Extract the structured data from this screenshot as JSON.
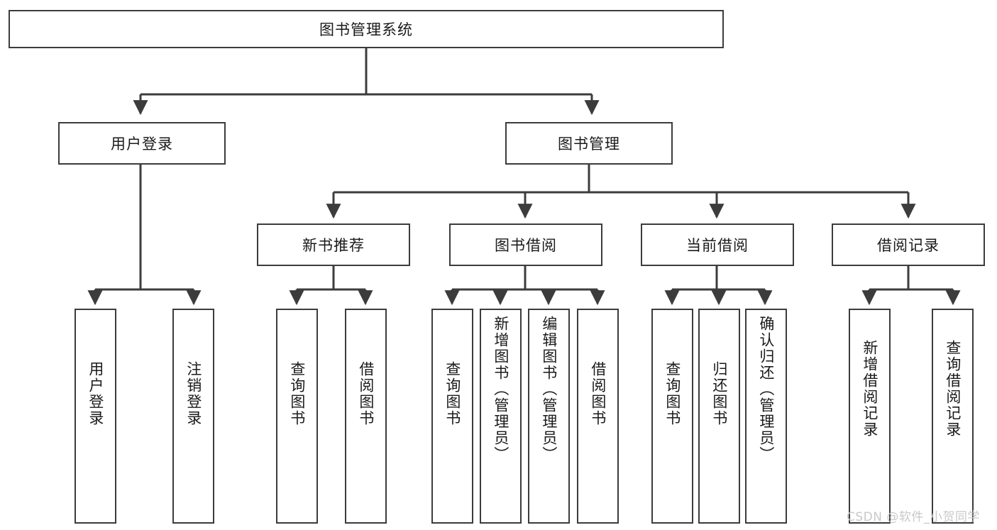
{
  "diagram": {
    "type": "tree",
    "title": "图书管理系统",
    "root": {
      "label": "图书管理系统"
    },
    "level2": [
      {
        "label": "用户登录"
      },
      {
        "label": "图书管理"
      }
    ],
    "level3": [
      {
        "label": "新书推荐"
      },
      {
        "label": "图书借阅"
      },
      {
        "label": "当前借阅"
      },
      {
        "label": "借阅记录"
      }
    ],
    "leaves": {
      "user_login": [
        {
          "label": "用户登录"
        },
        {
          "label": "注销登录"
        }
      ],
      "new_book_recommend": [
        {
          "label": "查询图书"
        },
        {
          "label": "借阅图书"
        }
      ],
      "book_borrow": [
        {
          "label": "查询图书"
        },
        {
          "label": "新增图书（管理员）"
        },
        {
          "label": "编辑图书（管理员）"
        },
        {
          "label": "借阅图书"
        }
      ],
      "current_borrow": [
        {
          "label": "查询图书"
        },
        {
          "label": "归还图书"
        },
        {
          "label": "确认归还（管理员）"
        }
      ],
      "borrow_record": [
        {
          "label": "新增借阅记录"
        },
        {
          "label": "查询借阅记录"
        }
      ]
    }
  },
  "watermark": {
    "text": "CSDN @软件_小贺同学"
  },
  "colors": {
    "border": "#3c3c3c",
    "text": "#1a1a1a",
    "background": "#ffffff",
    "watermark": "#c9c9c9"
  }
}
